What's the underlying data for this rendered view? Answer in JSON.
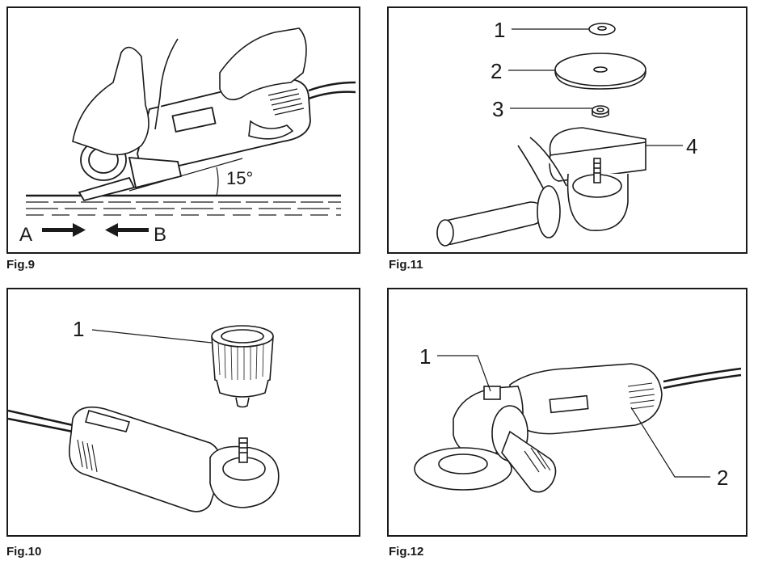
{
  "figures": [
    {
      "caption": "Fig.9",
      "labels": {
        "angle": "15°",
        "dirA": "A",
        "dirB": "B"
      }
    },
    {
      "caption": "Fig.11",
      "labels": {
        "n1": "1",
        "n2": "2",
        "n3": "3",
        "n4": "4"
      }
    },
    {
      "caption": "Fig.10",
      "labels": {
        "n1": "1"
      }
    },
    {
      "caption": "Fig.12",
      "labels": {
        "n1": "1",
        "n2": "2"
      }
    }
  ]
}
